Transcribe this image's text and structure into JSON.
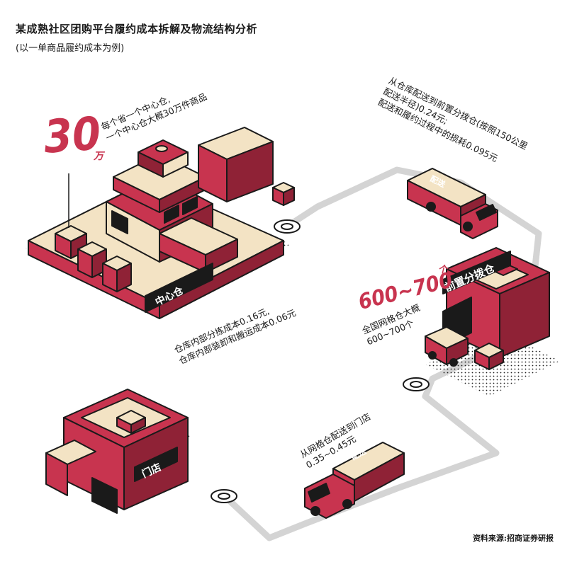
{
  "header": {
    "title": "某成熟社区团购平台履约成本拆解及物流结构分析",
    "subtitle": "(以一单商品履约成本为例)"
  },
  "central": {
    "big_number": "30",
    "big_unit": "万",
    "desc_line1": "每个省一个中心仓,",
    "desc_line2": "一个中心仓大概30万件商品",
    "sign_label": "中心仓",
    "cost_line1": "仓库内部分拣成本0.16元,",
    "cost_line2": "仓库内部装卸和搬运成本0.06元"
  },
  "delivery": {
    "line1": "从仓库配送到前置分拨仓(按照150公里",
    "line2": "配送半径)0.24元;",
    "line3": "配送和履约过程中的损耗0.095元",
    "truck_label": "配送"
  },
  "hub": {
    "sign_label": "前置分拨仓",
    "big_number": "600~700",
    "big_unit": "个",
    "desc_line1": "全国网格仓大概",
    "desc_line2": "600~700个"
  },
  "store": {
    "sign_label": "门店",
    "route_line1": "从网格仓配送到门店",
    "route_line2": "0.35~0.45元",
    "truck_label": "配送"
  },
  "footer": {
    "source": "资料来源:招商证券研报"
  },
  "colors": {
    "accent": "#c8344f",
    "dark": "#1a1a1a",
    "cream": "#f3e3c4",
    "road": "#d4d4d4"
  }
}
